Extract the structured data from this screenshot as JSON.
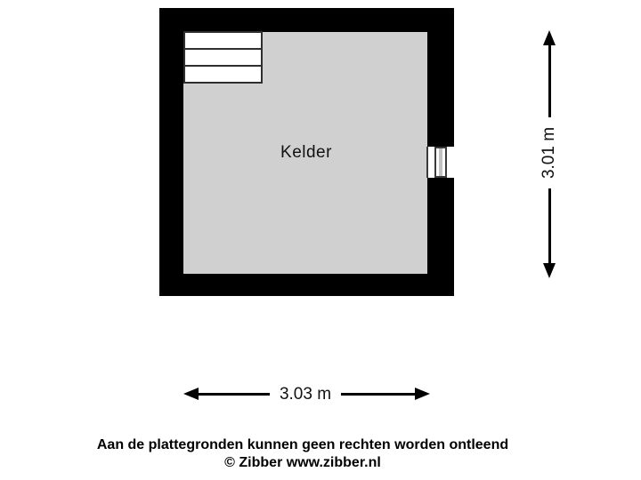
{
  "room": {
    "label": "Kelder"
  },
  "dimensions": {
    "width_label": "3.03 m",
    "height_label": "3.01 m"
  },
  "footer": {
    "disclaimer": "Aan de plattegronden kunnen geen rechten worden ontleend",
    "copyright": "© Zibber www.zibber.nl"
  },
  "elements": {
    "stairs_steps": 3
  },
  "colors": {
    "wall": "#000000",
    "floor": "#d0d0d0",
    "stair_border": "#2e2e2e",
    "window_frame": "#3a3a3a",
    "glass": "#c2c2c2",
    "arrow": "#000000",
    "text": "#111111",
    "bg": "#ffffff"
  }
}
